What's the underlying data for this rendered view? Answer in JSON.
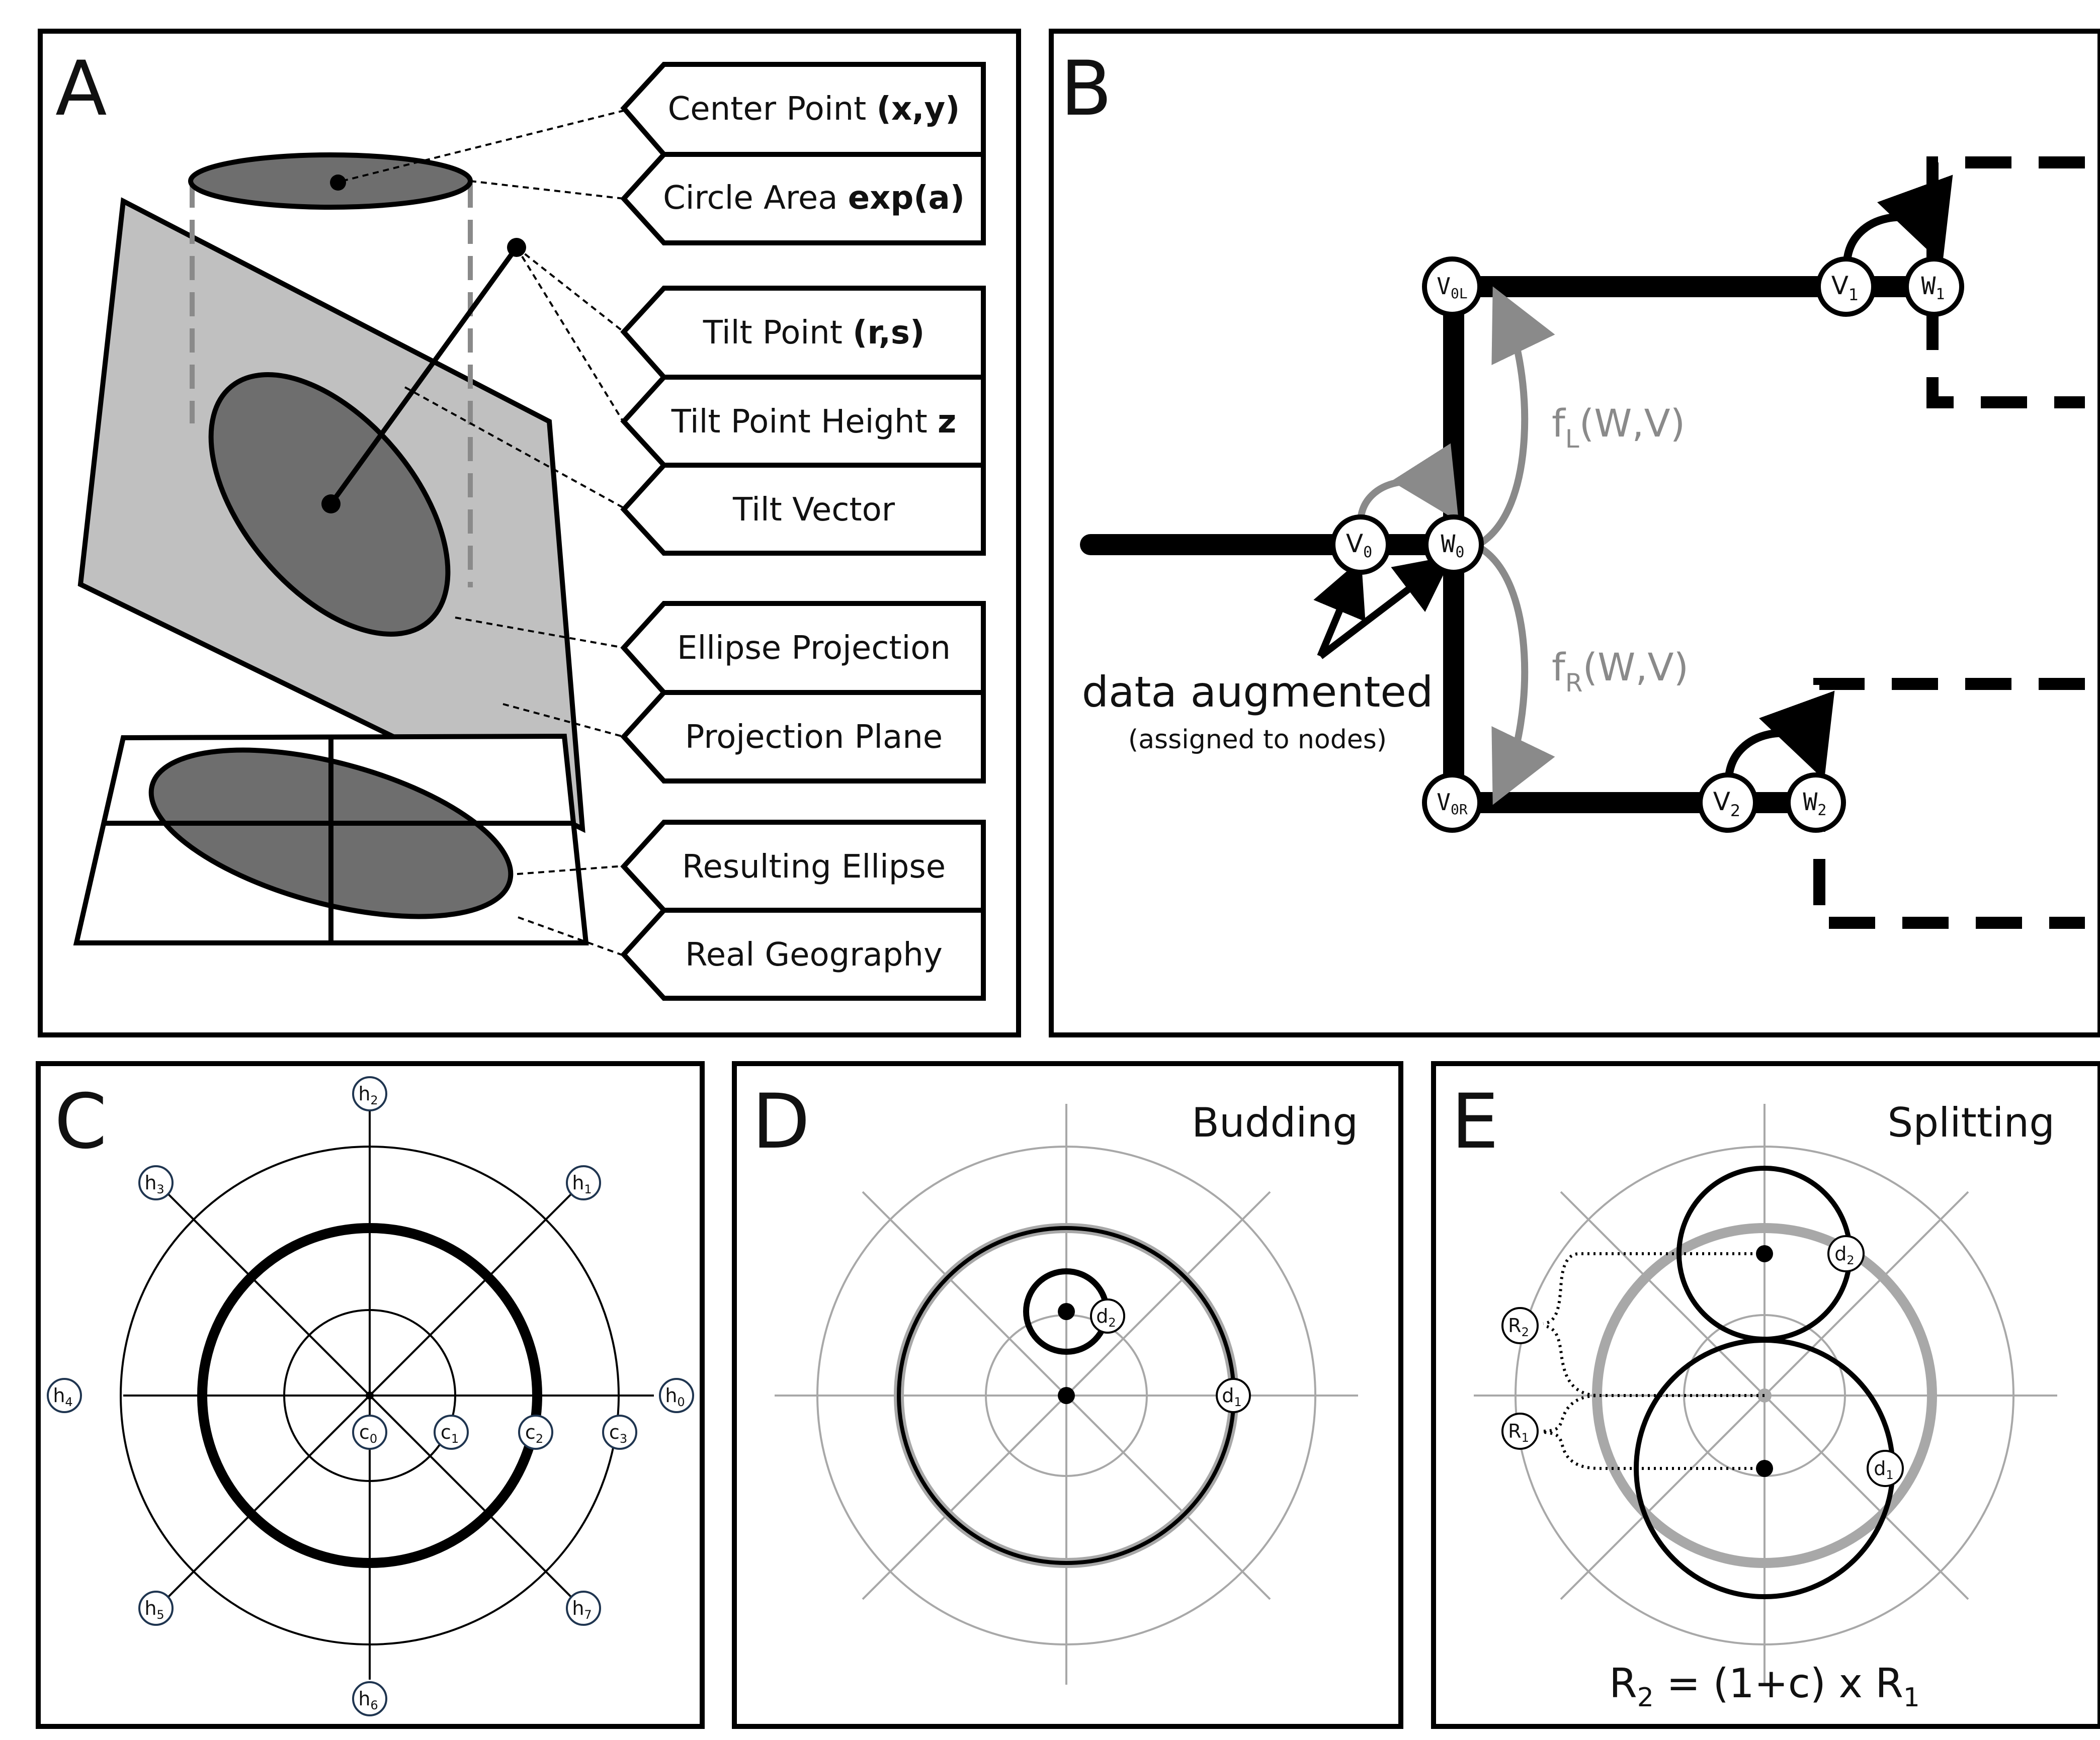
{
  "panels": {
    "a": {
      "letter": "A",
      "callouts": [
        {
          "text": "Center Point ",
          "bold": "(x,y)"
        },
        {
          "text": "Circle Area ",
          "bold": "exp(a)"
        },
        {
          "text": "Tilt Point ",
          "bold": "(r,s)"
        },
        {
          "text": "Tilt Point Height ",
          "bold": "z"
        },
        {
          "text": "Tilt Vector",
          "bold": ""
        },
        {
          "text": "Ellipse Projection",
          "bold": ""
        },
        {
          "text": "Projection Plane",
          "bold": ""
        },
        {
          "text": "Resulting Ellipse",
          "bold": ""
        },
        {
          "text": "Real Geography",
          "bold": ""
        }
      ]
    },
    "b": {
      "letter": "B",
      "nodes": {
        "v0l": {
          "base": "V",
          "sub": "0L"
        },
        "v1": {
          "base": "V",
          "sub": "1"
        },
        "w1": {
          "base": "W",
          "sub": "1"
        },
        "v0": {
          "base": "V",
          "sub": "0"
        },
        "w0": {
          "base": "W",
          "sub": "0"
        },
        "v0r": {
          "base": "V",
          "sub": "0R"
        },
        "v2": {
          "base": "V",
          "sub": "2"
        },
        "w2": {
          "base": "W",
          "sub": "2"
        }
      },
      "fl": {
        "base": "f",
        "sub": "L",
        "rest": "(W,V)"
      },
      "fr": {
        "base": "f",
        "sub": "R",
        "rest": "(W,V)"
      },
      "data_label": "data augmented",
      "data_sublabel": "(assigned to nodes)"
    },
    "c": {
      "letter": "C",
      "h_labels": [
        {
          "base": "h",
          "sub": "0"
        },
        {
          "base": "h",
          "sub": "1"
        },
        {
          "base": "h",
          "sub": "2"
        },
        {
          "base": "h",
          "sub": "3"
        },
        {
          "base": "h",
          "sub": "4"
        },
        {
          "base": "h",
          "sub": "5"
        },
        {
          "base": "h",
          "sub": "6"
        },
        {
          "base": "h",
          "sub": "7"
        }
      ],
      "c_labels": [
        {
          "base": "c",
          "sub": "0"
        },
        {
          "base": "c",
          "sub": "1"
        },
        {
          "base": "c",
          "sub": "2"
        },
        {
          "base": "c",
          "sub": "3"
        }
      ]
    },
    "d": {
      "letter": "D",
      "title": "Budding",
      "d1": {
        "base": "d",
        "sub": "1"
      },
      "d2": {
        "base": "d",
        "sub": "2"
      }
    },
    "e": {
      "letter": "E",
      "title": "Splitting",
      "d1": {
        "base": "d",
        "sub": "1"
      },
      "d2": {
        "base": "d",
        "sub": "2"
      },
      "r1": {
        "base": "R",
        "sub": "1"
      },
      "r2": {
        "base": "R",
        "sub": "2"
      },
      "formula": {
        "r2": "R",
        "r2sub": "2",
        "mid": " = (1+c) x R",
        "r1sub": "1"
      }
    }
  },
  "colors": {
    "black": "#000000",
    "dark_fill": "#6e6e6e",
    "plane_fill": "#c0c0c0",
    "gray_line": "#8a8a8a",
    "light_line": "#a8a8a8",
    "badge_stroke": "#1f3550"
  }
}
